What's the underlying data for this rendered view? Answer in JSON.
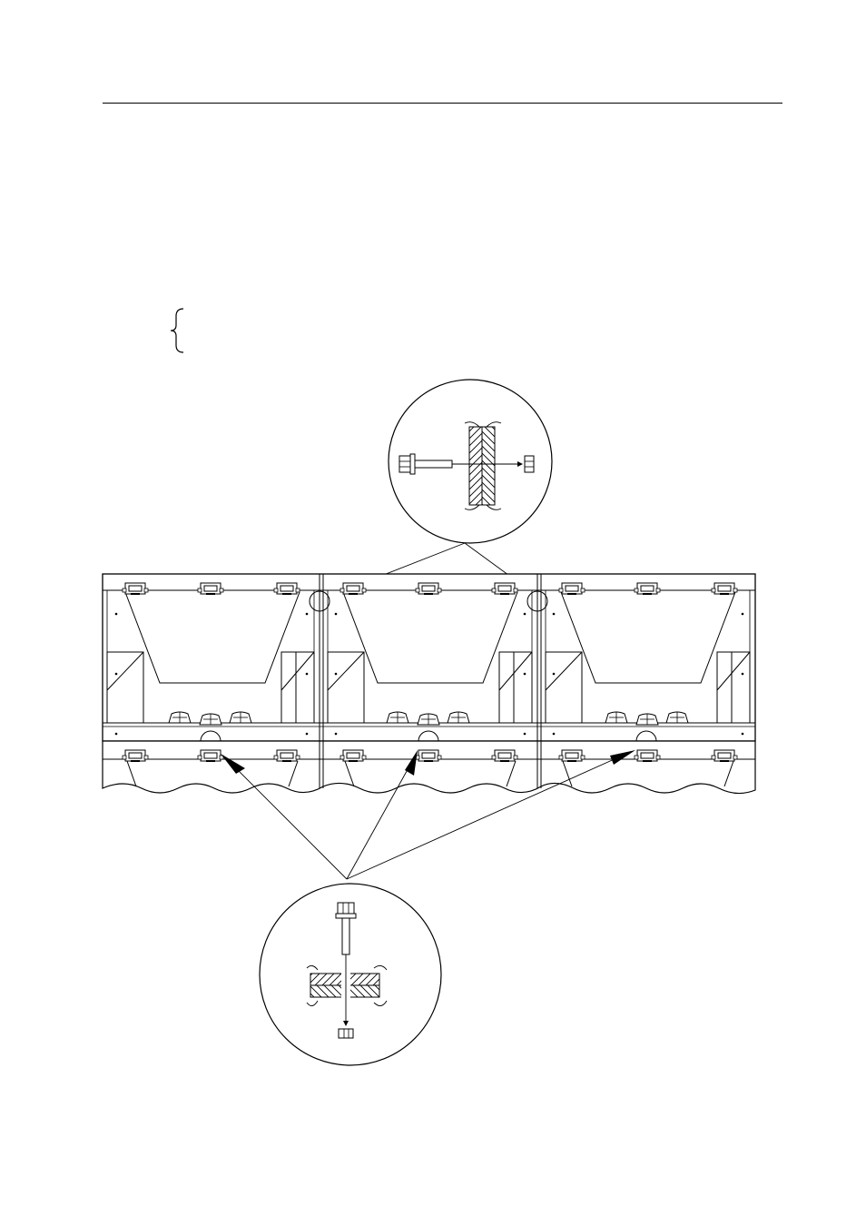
{
  "page": {
    "background_color": "#ffffff",
    "line_color": "#000000",
    "has_header_rule": true,
    "has_brace_mark": true
  },
  "figure": {
    "module_count": 3,
    "detail_views": [
      "side-bolt-connection-detail",
      "vertical-bolt-connection-detail"
    ]
  }
}
